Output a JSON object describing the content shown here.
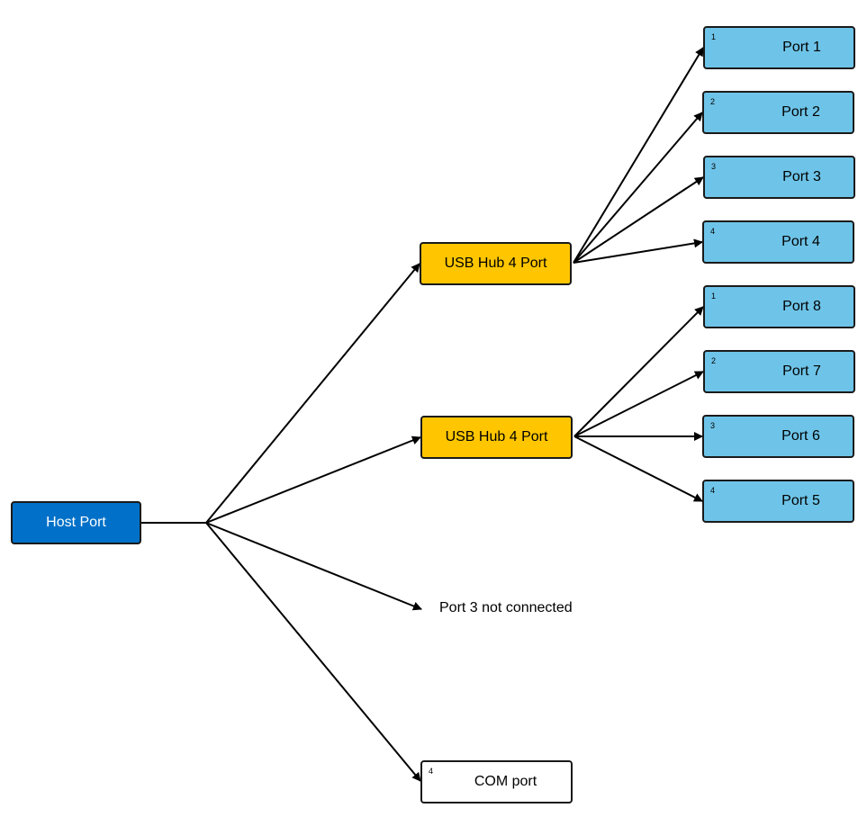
{
  "colors": {
    "host_fill": "#0070C8",
    "hub_fill": "#FFC600",
    "port_fill": "#6EC4E8",
    "com_fill": "#FFFFFF",
    "line": "#000000"
  },
  "host": {
    "label": "Host Port"
  },
  "hubs": [
    {
      "label": "USB Hub 4 Port"
    },
    {
      "label": "USB Hub 4 Port"
    }
  ],
  "hub1_ports": [
    {
      "num": "1",
      "label": "Port 1"
    },
    {
      "num": "2",
      "label": "Port 2"
    },
    {
      "num": "3",
      "label": "Port 3"
    },
    {
      "num": "4",
      "label": "Port 4"
    }
  ],
  "hub2_ports": [
    {
      "num": "1",
      "label": "Port 8"
    },
    {
      "num": "2",
      "label": "Port 7"
    },
    {
      "num": "3",
      "label": "Port 6"
    },
    {
      "num": "4",
      "label": "Port 5"
    }
  ],
  "not_connected": {
    "label": "Port 3 not connected"
  },
  "com": {
    "num": "4",
    "label": "COM port"
  }
}
